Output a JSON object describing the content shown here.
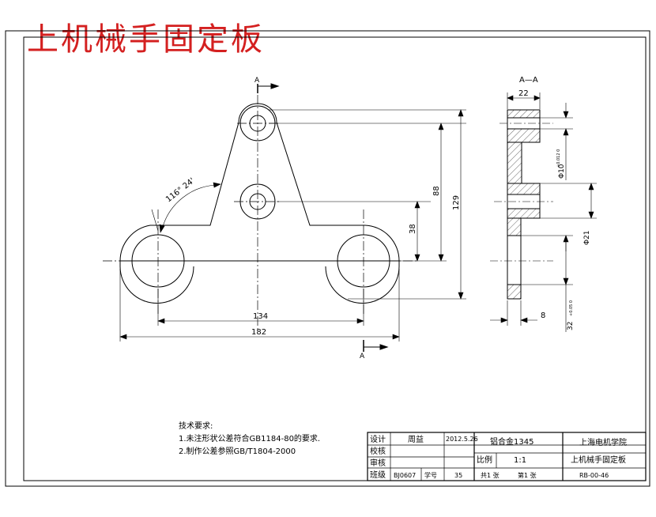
{
  "page_title": "上机械手固定板",
  "view_label_a": "A",
  "section_label": "A—A",
  "dims": {
    "angle": "116° 24'",
    "d88": "88",
    "d38": "38",
    "d129": "129",
    "d134": "134",
    "d182": "182",
    "d22": "22",
    "d8": "8",
    "dphi10": "Φ10",
    "phi10_tol": "+0.012 0",
    "dphi21": "Φ21",
    "d32": "32",
    "d32_tol": "+0.05 0"
  },
  "notes": {
    "heading": "技术要求:",
    "line1": "1.未注形状公差符合GB1184-80的要求.",
    "line2": "2.制作公差参照GB/T1804-2000"
  },
  "title_block": {
    "design_label": "设计",
    "designer": "周益",
    "date": "2012.5.26",
    "material": "铝合金1345",
    "school": "上海电机学院",
    "check_label": "校核",
    "review_label": "审核",
    "scale_label": "比例",
    "scale": "1:1",
    "part_name": "上机械手固定板",
    "class_label": "班级",
    "class_value": "BJ0607",
    "id_label": "学号",
    "id_value": "35",
    "sheets": "共1  张",
    "sheet_no": "第1  张",
    "drawing_no": "RB-00-46"
  }
}
